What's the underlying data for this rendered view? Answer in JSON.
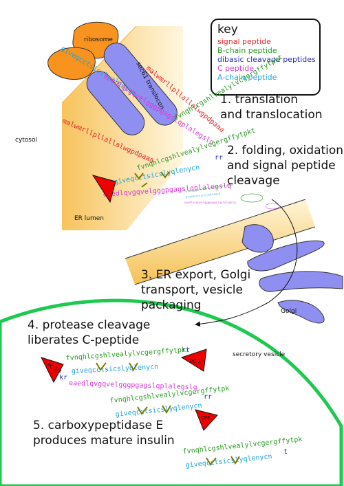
{
  "key": {
    "title": "key",
    "items": [
      {
        "label": "signal peptide",
        "color": "#e8262b"
      },
      {
        "label": "B-chain peptide",
        "color": "#2a9b23"
      },
      {
        "label": "dibasic cleavage peptides",
        "color": "#2b2fb5"
      },
      {
        "label": "C peptide",
        "color": "#d53ad5"
      },
      {
        "label": "A-chain peptide",
        "color": "#1ea3d8"
      }
    ]
  },
  "labels": {
    "ribosome": "ribosome",
    "translocon": "sec61 translocon",
    "cytosol": "cytosol",
    "er_lumen": "ER lumen",
    "golgi": "Golgi",
    "vesicle": "secretory vesicle",
    "pc13": "PC 1/3",
    "pc2": "PC 2",
    "cpe": "CPE"
  },
  "steps": [
    {
      "line1": "1. translation",
      "line2": "and translocation",
      "line3": ""
    },
    {
      "line1": "2. folding, oxidation",
      "line2": "and signal peptide",
      "line3": "cleavage"
    },
    {
      "line1": "3. ER export, Golgi",
      "line2": "transport, vesicle",
      "line3": "packaging"
    },
    {
      "line1": "4. protease cleavage",
      "line2": "liberates C-peptide",
      "line3": ""
    },
    {
      "line1": "5. carboxypeptidase E",
      "line2": "produces mature insulin",
      "line3": ""
    }
  ],
  "sequences": {
    "signal": "malwmrllpllallalwgpdpaaa",
    "bchain": "fvnqhlcgshlvealylvcgergffytpkt",
    "bchain_short": "fvnqhlcgshlvealylvcgergffytpk",
    "dibasic1": "rr",
    "dibasic2": "kr",
    "cpep": "eaedlqvgqvelgggpgagslqplalegslq",
    "achain": "giveqcctsicslyqlenycn",
    "tr": "tr",
    "t": "t"
  }
}
